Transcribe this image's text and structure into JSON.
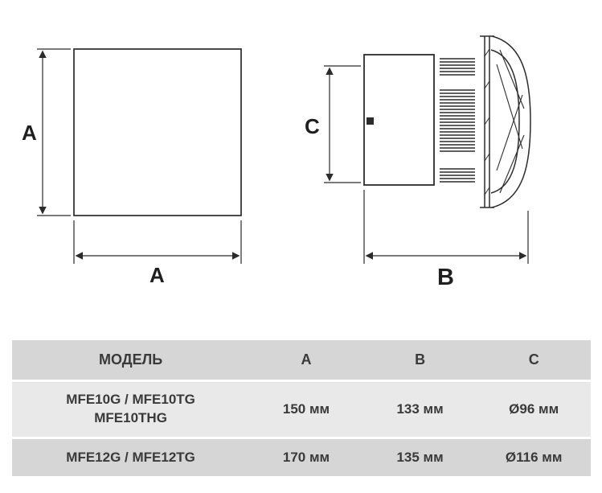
{
  "diagram": {
    "front_view": {
      "height_label": "A",
      "width_label": "A"
    },
    "side_view": {
      "diameter_label": "C",
      "depth_label": "B"
    }
  },
  "table": {
    "headers": {
      "model": "МОДЕЛЬ",
      "a": "A",
      "b": "B",
      "c": "C"
    },
    "rows": [
      {
        "model": "MFE10G / MFE10TG\nMFE10THG",
        "a": "150 мм",
        "b": "133 мм",
        "c": "Ø96 мм"
      },
      {
        "model": "MFE12G / MFE12TG",
        "a": "170 мм",
        "b": "135 мм",
        "c": "Ø116 мм"
      }
    ]
  }
}
